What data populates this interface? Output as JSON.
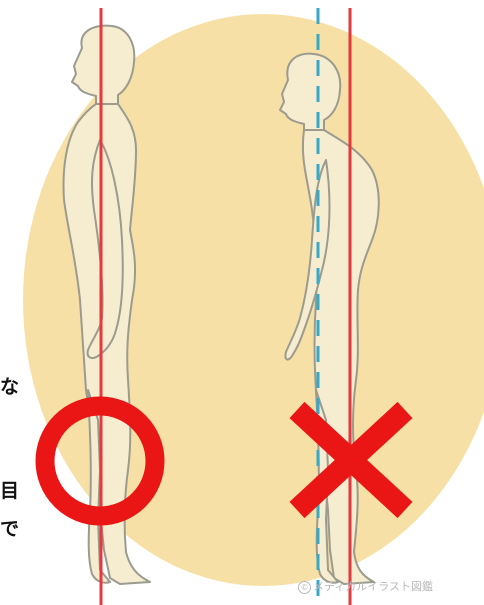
{
  "colors": {
    "background_circle": "#f7e0a5",
    "body_fill": "#f6ecd0",
    "body_outline": "#9b9b8f",
    "reference_line": "#e8383d",
    "offset_line": "#36a9c8",
    "correct_mark": "#ea1515",
    "wrong_mark": "#ea1515"
  },
  "marks": {
    "left_figure": "correct",
    "right_figure": "wrong"
  },
  "text_fragments": {
    "line1": "な",
    "line2": "目",
    "line3": "で"
  },
  "watermark": {
    "symbol": "©",
    "text": "メディカルイラスト図鑑"
  }
}
